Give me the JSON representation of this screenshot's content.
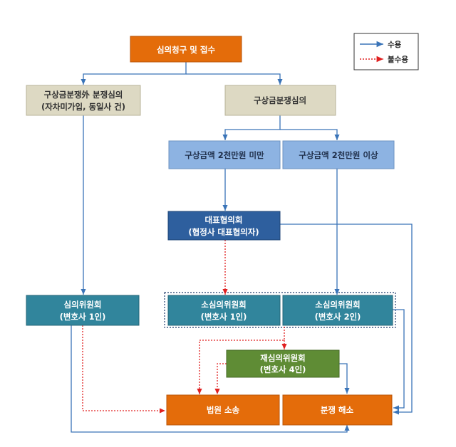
{
  "colors": {
    "orange": "#e46c0a",
    "tan": "#ddd9c3",
    "light_blue": "#8db3e2",
    "dark_blue": "#2e5f9e",
    "teal": "#31859c",
    "green": "#5f8c35",
    "accept_line": "#3a74b8",
    "reject_line": "#e02020"
  },
  "legend": {
    "accept_label": "수용",
    "reject_label": "불수용"
  },
  "nodes": {
    "request": {
      "line1": "심의청구 및 접수"
    },
    "outside_review": {
      "line1": "구상금분쟁外 분쟁심의",
      "line2": "(자차미가입, 동일사 건)"
    },
    "claim_review": {
      "line1": "구상금분쟁심의"
    },
    "under_20m": {
      "line1": "구상금액 2천만원 미만"
    },
    "over_20m": {
      "line1": "구상금액 2천만원 이상"
    },
    "rep_council": {
      "line1": "대표협의회",
      "line2": "(협정사 대표협의자)"
    },
    "review_committee": {
      "line1": "심의위원회",
      "line2": "(변호사 1인)"
    },
    "sub_committee_1": {
      "line1": "소심의위원회",
      "line2": "(변호사 1인)"
    },
    "sub_committee_2": {
      "line1": "소심의위원회",
      "line2": "(변호사 2인)"
    },
    "re_review": {
      "line1": "재심의위원회",
      "line2": "(변호사 4인)"
    },
    "lawsuit": {
      "line1": "법원 소송"
    },
    "resolution": {
      "line1": "분쟁 해소"
    }
  }
}
